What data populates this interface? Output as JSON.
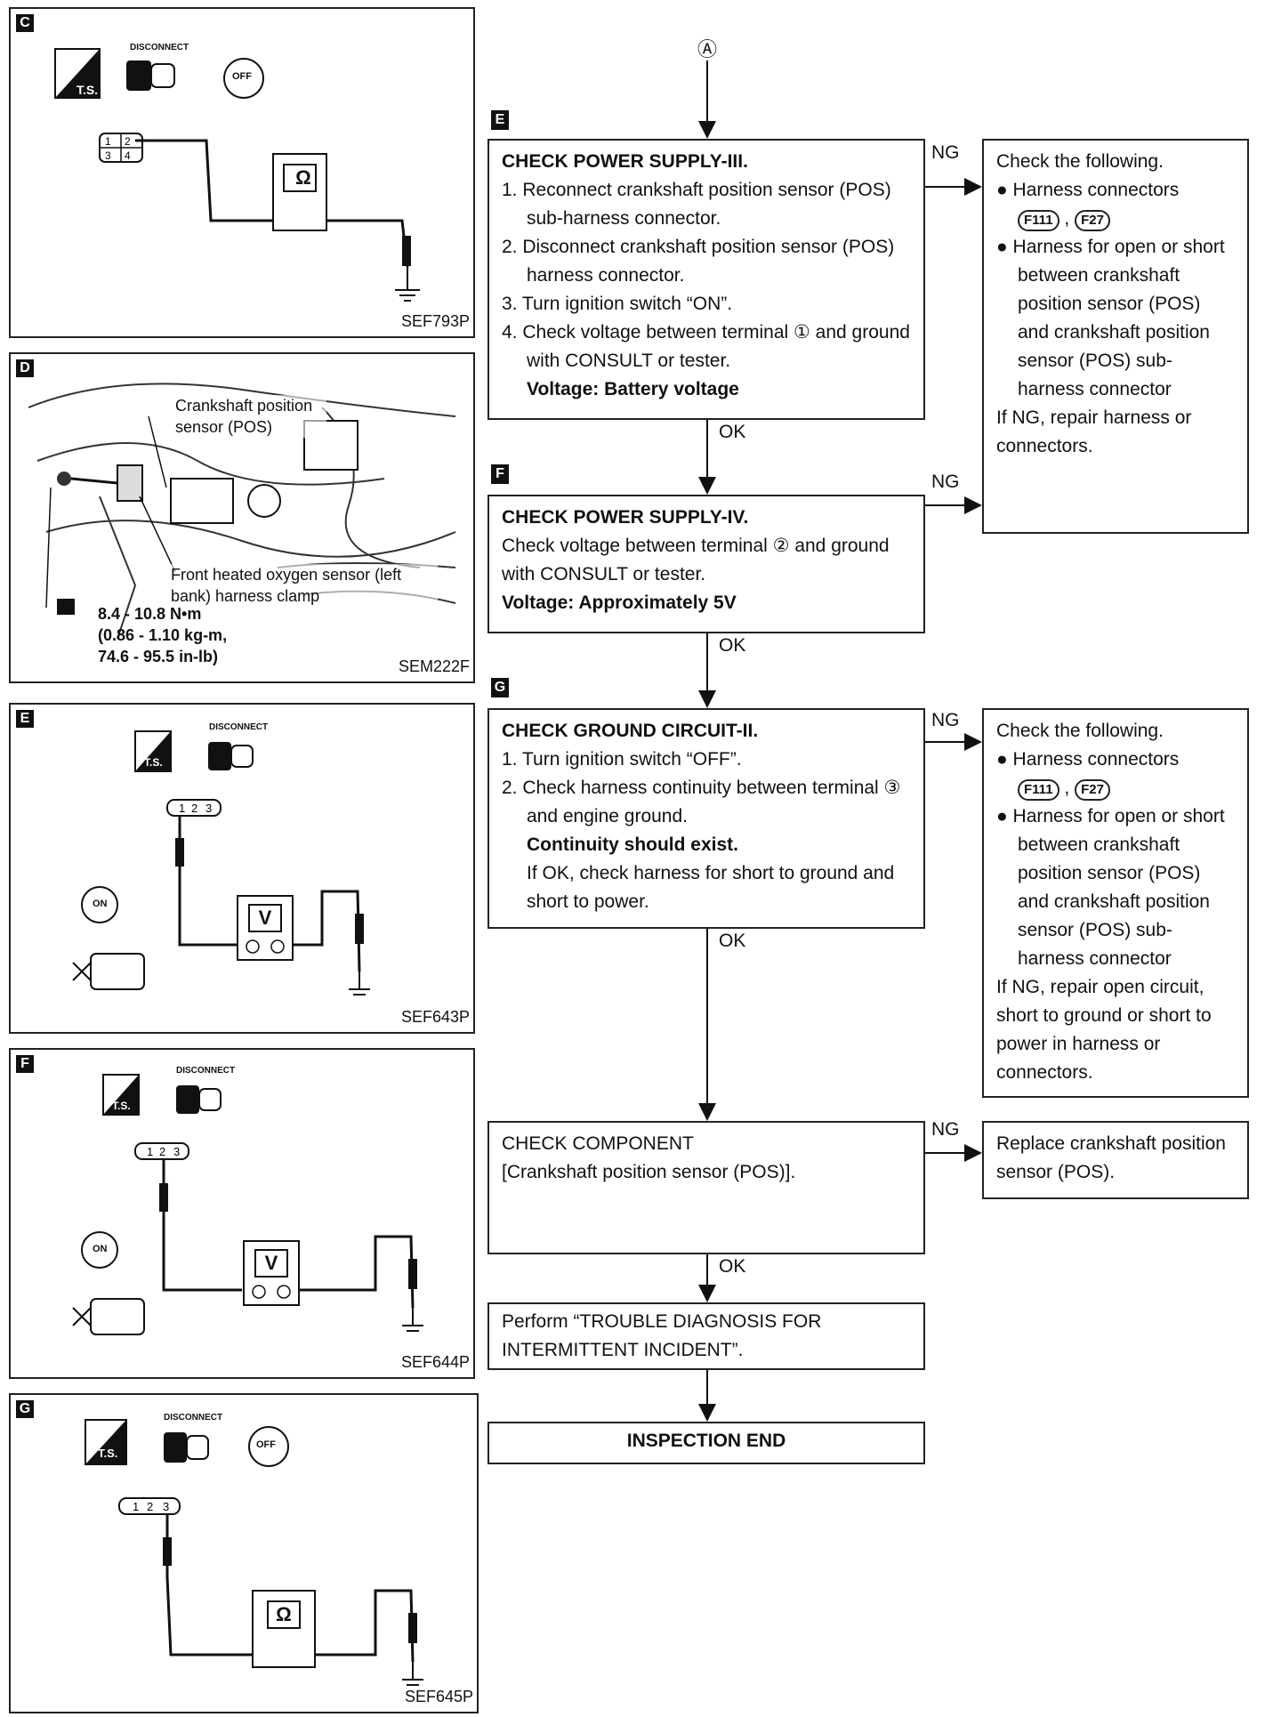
{
  "panels": [
    {
      "letter": "C",
      "code": "SEF793P",
      "disconnect": "DISCONNECT",
      "ts": "T.S.",
      "meter": "Ω",
      "key": "OFF"
    },
    {
      "letter": "D",
      "code": "SEM222F",
      "callout1": "Crankshaft position sensor (POS)",
      "callout2": "Front heated oxygen sensor (left bank) harness clamp",
      "torque1": "8.4 - 10.8 N•m",
      "torque2": "(0.86 - 1.10 kg-m,",
      "torque3": "74.6 - 95.5 in-lb)"
    },
    {
      "letter": "E",
      "code": "SEF643P",
      "disconnect": "DISCONNECT",
      "ts": "T.S.",
      "meter": "V",
      "key": "ON"
    },
    {
      "letter": "F",
      "code": "SEF644P",
      "disconnect": "DISCONNECT",
      "ts": "T.S.",
      "meter": "V",
      "key": "ON"
    },
    {
      "letter": "G",
      "code": "SEF645P",
      "disconnect": "DISCONNECT",
      "ts": "T.S.",
      "meter": "Ω",
      "key": "OFF"
    }
  ],
  "flow": {
    "start_marker": "Ⓐ",
    "step_e": {
      "letter": "E",
      "title": "CHECK POWER SUPPLY-III.",
      "items": [
        "1. Reconnect crankshaft position sensor (POS) sub-harness connector.",
        "2. Disconnect crankshaft position sensor (POS) harness connector.",
        "3. Turn ignition switch “ON”.",
        "4. Check voltage between terminal ① and ground with CONSULT or tester."
      ],
      "result": "Voltage: Battery voltage"
    },
    "step_f": {
      "letter": "F",
      "title": "CHECK POWER SUPPLY-IV.",
      "text": "Check voltage between terminal ② and ground with CONSULT or tester.",
      "result": "Voltage: Approximately 5V"
    },
    "step_g": {
      "letter": "G",
      "title": "CHECK GROUND CIRCUIT-II.",
      "items": [
        "1. Turn ignition switch “OFF”.",
        "2. Check harness continuity between terminal ③ and engine ground."
      ],
      "result": "Continuity should exist.",
      "note": "If OK, check harness for short to ground and short to power."
    },
    "component": {
      "title": "CHECK COMPONENT",
      "text": "[Crankshaft position sensor (POS)]."
    },
    "perform": "Perform “TROUBLE DIAGNOSIS FOR INTERMITTENT INCIDENT”.",
    "end": "INSPECTION END",
    "ng1": {
      "head": "Check the following.",
      "b1": "Harness connectors",
      "c1": "F111",
      "c2": "F27",
      "b2": "Harness for open or short between crankshaft position sensor (POS) and crankshaft position sensor (POS) sub-harness connector",
      "tail": "If NG, repair harness or connectors."
    },
    "ng2": {
      "head": "Check the following.",
      "b1": "Harness connectors",
      "c1": "F111",
      "c2": "F27",
      "b2": "Harness for open or short between crankshaft position sensor (POS) and crankshaft position sensor (POS) sub-harness connector",
      "tail": "If NG, repair open circuit, short to ground or short to power in harness or connectors."
    },
    "ng3": "Replace crankshaft position sensor (POS).",
    "labels": {
      "ng": "NG",
      "ok": "OK"
    }
  }
}
